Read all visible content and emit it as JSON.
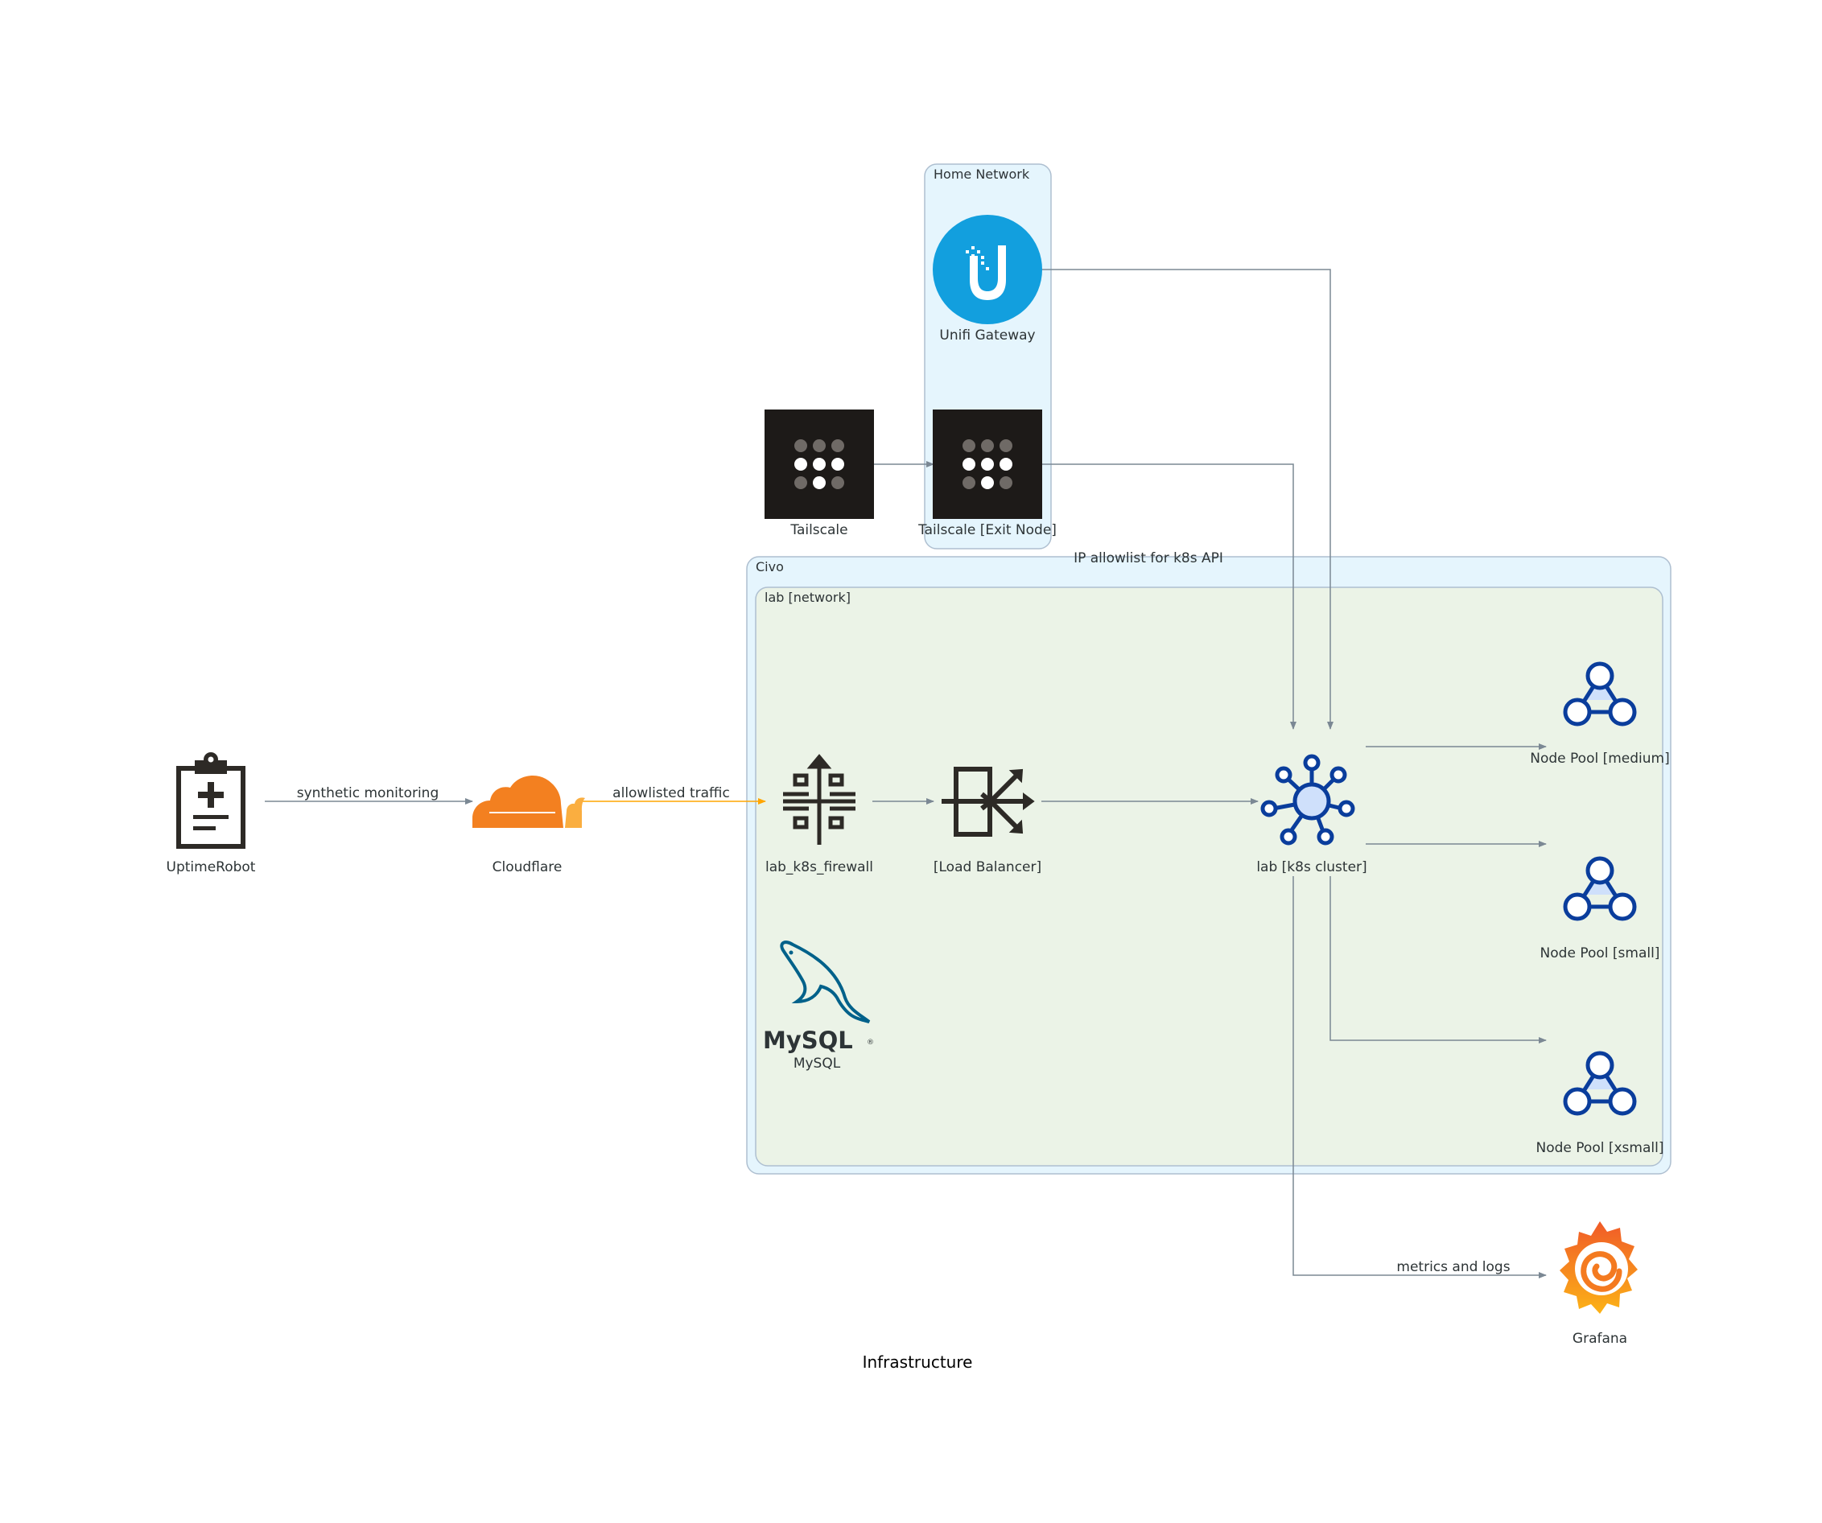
{
  "title": "Infrastructure",
  "clusters": {
    "home_network": "Home Network",
    "civo": "Civo",
    "lab_network": "lab [network]"
  },
  "nodes": {
    "uptimerobot": "UptimeRobot",
    "cloudflare": "Cloudflare",
    "firewall": "lab_k8s_firewall",
    "load_balancer": "[Load Balancer]",
    "k8s_cluster": "lab [k8s cluster]",
    "mysql": "MySQL",
    "pool_medium": "Node Pool [medium]",
    "pool_small": "Node Pool [small]",
    "pool_xsmall": "Node Pool [xsmall]",
    "unifi": "Unifi Gateway",
    "tailscale": "Tailscale",
    "tailscale_exit": "Tailscale [Exit Node]",
    "grafana": "Grafana"
  },
  "edges": {
    "synthetic": "synthetic monitoring",
    "allowlisted": "allowlisted traffic",
    "ip_allowlist": "IP allowlist for k8s API",
    "metrics": "metrics and logs"
  },
  "logo_text": {
    "mysql": "MySQL"
  },
  "colors": {
    "edge": "#7b8894",
    "edge_highlight": "#ffa500",
    "cluster_blue_fill": "#e5f5fd",
    "cluster_border": "#aebfd0",
    "cluster_green_fill": "#ebf3e7",
    "k8s_blue": "#0a3d9c",
    "k8s_fill": "#cfe0fb",
    "unifi_blue": "#129fde",
    "tailscale_bg": "#1d1a18",
    "cloudflare_orange": "#f38020",
    "cloudflare_light": "#faae40",
    "mysql_blue": "#00618a",
    "mysql_orange": "#e48e00",
    "icon_dark": "#2d2a26"
  }
}
